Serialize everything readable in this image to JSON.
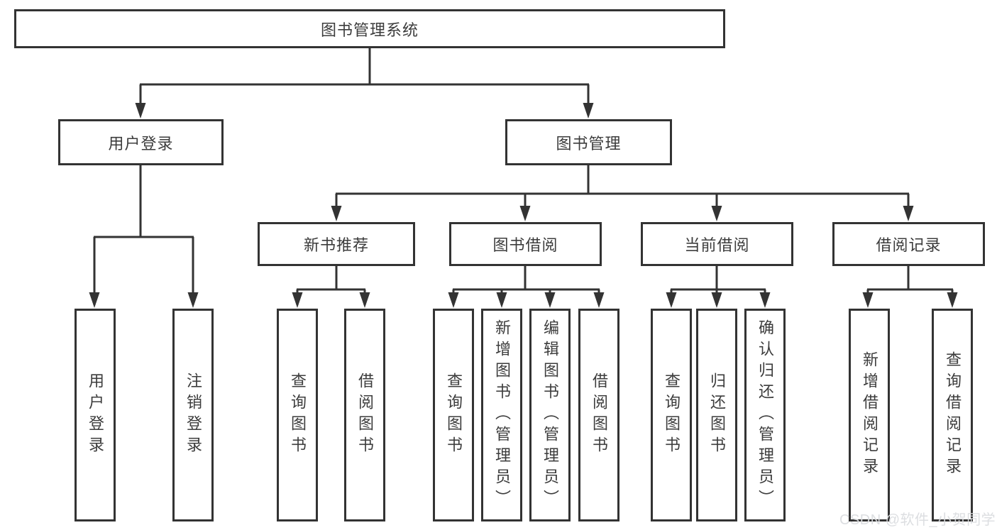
{
  "diagram": {
    "title": "图书管理系统",
    "root": {
      "label": "图书管理系统"
    },
    "branches": [
      {
        "label": "用户登录",
        "children": [
          {
            "label": "用户登录"
          },
          {
            "label": "注销登录"
          }
        ]
      },
      {
        "label": "图书管理",
        "children": [
          {
            "label": "新书推荐",
            "children": [
              {
                "label": "查询图书"
              },
              {
                "label": "借阅图书"
              }
            ]
          },
          {
            "label": "图书借阅",
            "children": [
              {
                "label": "查询图书"
              },
              {
                "label": "新增图书（管理员）"
              },
              {
                "label": "编辑图书（管理员）"
              },
              {
                "label": "借阅图书"
              }
            ]
          },
          {
            "label": "当前借阅",
            "children": [
              {
                "label": "查询图书"
              },
              {
                "label": "归还图书"
              },
              {
                "label": "确认归还（管理员）"
              }
            ]
          },
          {
            "label": "借阅记录",
            "children": [
              {
                "label": "新增借阅记录"
              },
              {
                "label": "查询借阅记录"
              }
            ]
          }
        ]
      }
    ]
  },
  "watermark": {
    "text": "CSDN @软件_小贺同学"
  },
  "colors": {
    "line": "#333333",
    "box_border": "#333333",
    "text": "#3c3c3c",
    "background": "#ffffff",
    "watermark": "#dadcdf"
  }
}
